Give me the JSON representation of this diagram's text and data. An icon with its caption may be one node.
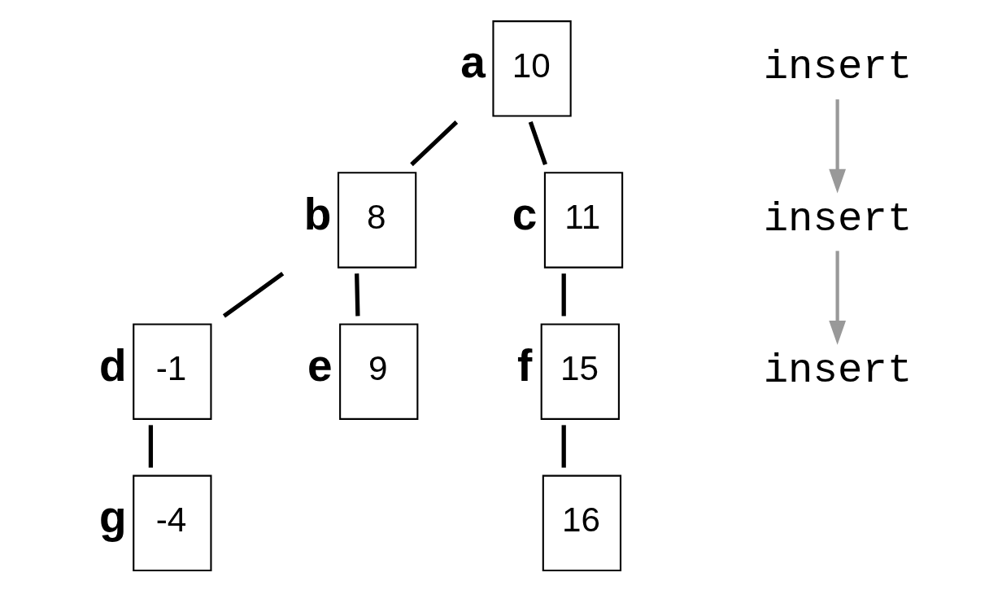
{
  "diagram": {
    "nodes": [
      {
        "text": [
          "10"
        ],
        "beside": [
          "a"
        ]
      },
      {
        "text": [
          "8"
        ],
        "beside": [
          "b"
        ]
      },
      {
        "text": [
          "11"
        ],
        "beside": [
          "c"
        ]
      },
      {
        "text": [
          "-1"
        ],
        "beside": [
          "d"
        ]
      },
      {
        "text": [
          "9"
        ],
        "beside": [
          "e"
        ]
      },
      {
        "text": [
          "15"
        ],
        "beside": [
          "f"
        ]
      },
      {
        "text": [
          "-4"
        ],
        "beside": [
          "g"
        ]
      },
      {
        "text": [
          "16"
        ]
      },
      {
        "text": [
          "insert"
        ]
      },
      {
        "text": [
          "insert"
        ]
      },
      {
        "text": [
          "insert"
        ]
      }
    ],
    "edges": [
      {
        "from": 0,
        "to": 1,
        "arrow": "none"
      },
      {
        "from": 0,
        "to": 2,
        "arrow": "none"
      },
      {
        "from": 1,
        "to": 3,
        "arrow": "none"
      },
      {
        "from": 1,
        "to": 4,
        "arrow": "none"
      },
      {
        "from": 2,
        "to": 5,
        "arrow": "none"
      },
      {
        "from": 3,
        "to": 6,
        "arrow": "none"
      },
      {
        "from": 5,
        "to": 7,
        "arrow": "none"
      },
      {
        "from": 8,
        "to": 9,
        "arrow": "to",
        "color": "#999999"
      },
      {
        "from": 9,
        "to": 10,
        "arrow": "to",
        "color": "#999999"
      }
    ]
  }
}
